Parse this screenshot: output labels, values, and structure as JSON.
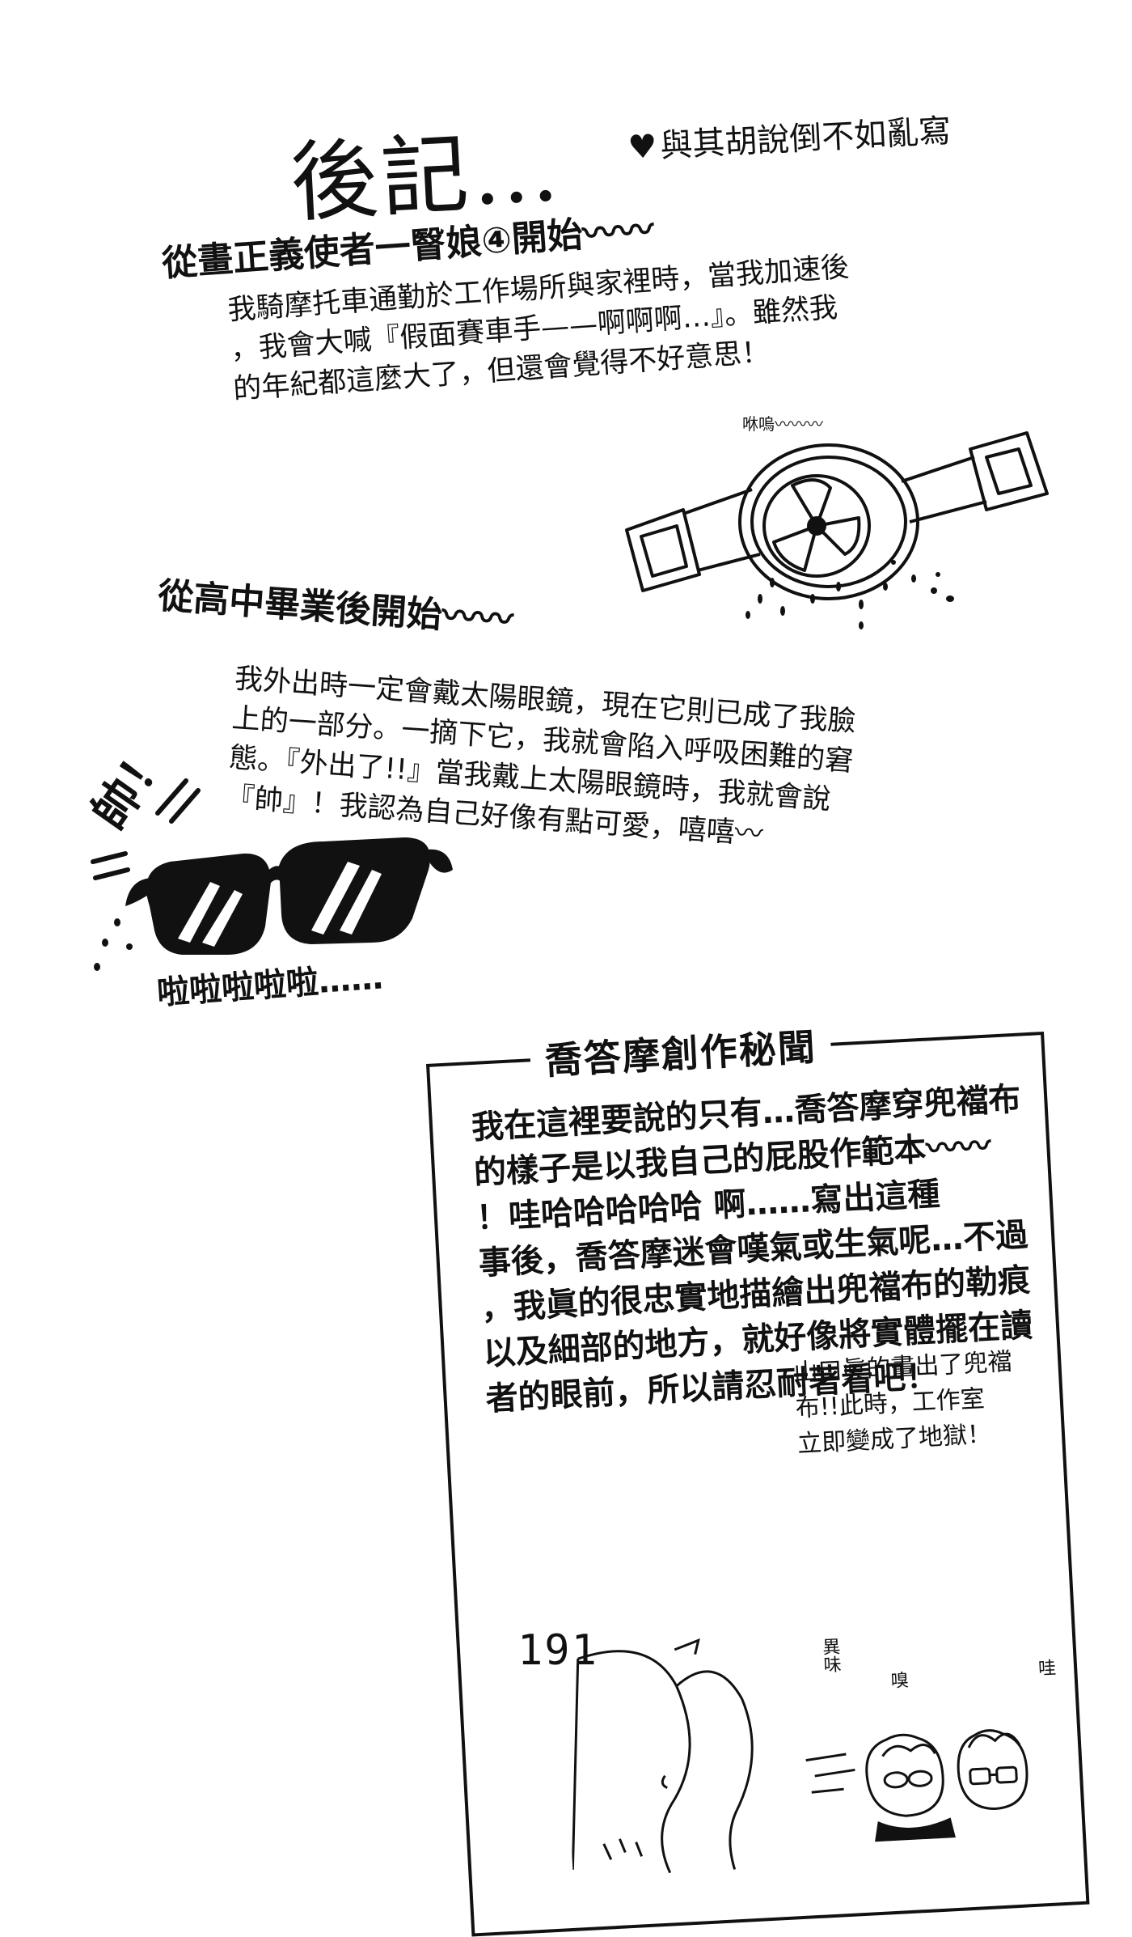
{
  "title": "後記…",
  "subtitle": "與其胡說倒不如亂寫",
  "section1": {
    "heading": "從畫正義使者一瞖娘④開始",
    "lines": [
      "我騎摩托車通勤於工作場所與家裡時，當我加速後",
      "，我會大喊『假面賽車手——啊啊啊…』。雖然我",
      "的年紀都這麼大了，但還會覺得不好意思！"
    ],
    "sfx": "咻嗚"
  },
  "section2": {
    "heading": "從高中畢業後開始",
    "lines": [
      "我外出時一定會戴太陽眼鏡，現在它則已成了我臉",
      "上的一部分。一摘下它，我就會陷入呼吸困難的窘",
      "態。『外出了!!』當我戴上太陽眼鏡時，我就會說",
      "『帥』！我認為自己好像有點可愛，嘻嘻"
    ],
    "sfx_shuai": "帥！",
    "sfx_lala": "啦啦啦啦啦……"
  },
  "box": {
    "title": "喬答摩創作秘聞",
    "lines": [
      "我在這裡要說的只有…喬答摩穿兜襠布",
      "的樣子是以我自己的屁股作範本",
      "！哇哈哈哈哈哈 啊……寫出這種",
      "事後，喬答摩迷會嘆氣或生氣呢…不過",
      "，我眞的很忠實地描繪出兜襠布的勒痕",
      "以及細部的地方，就好像將實體擺在讀",
      "者的眼前，所以請忍耐著看吧！"
    ],
    "caption": [
      "山口眞的畫出了兜襠",
      "布!!此時，工作室",
      "立即變成了地獄！"
    ],
    "sfx_odor": "異味",
    "sfx_sniff": "嗅",
    "sfx_wow": "哇"
  },
  "page_number": "191"
}
